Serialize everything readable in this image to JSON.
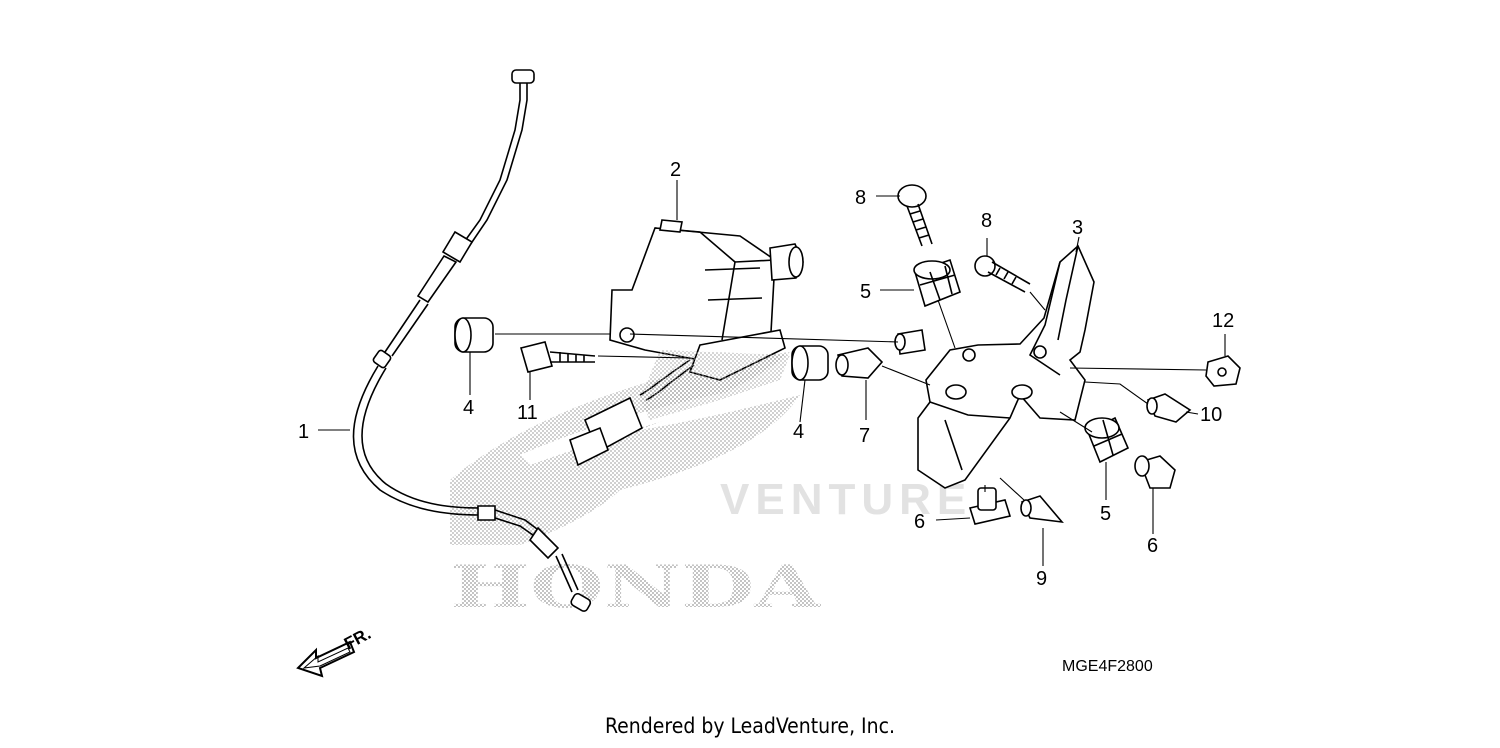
{
  "diagram": {
    "code": "MGE4F2800",
    "direction_label": "FR.",
    "watermark_brand": "HONDA",
    "watermark_vendor": "VENTURE",
    "callouts": {
      "c1": "1",
      "c2": "2",
      "c3": "3",
      "c4a": "4",
      "c4b": "4",
      "c5a": "5",
      "c5b": "5",
      "c6a": "6",
      "c6b": "6",
      "c7": "7",
      "c8a": "8",
      "c8b": "8",
      "c9": "9",
      "c10": "10",
      "c11": "11",
      "c12": "12"
    }
  },
  "footer": {
    "credit": "Rendered by LeadVenture, Inc."
  },
  "colors": {
    "ink": "#000000",
    "watermark": "#b0b0b0",
    "background": "#ffffff"
  }
}
